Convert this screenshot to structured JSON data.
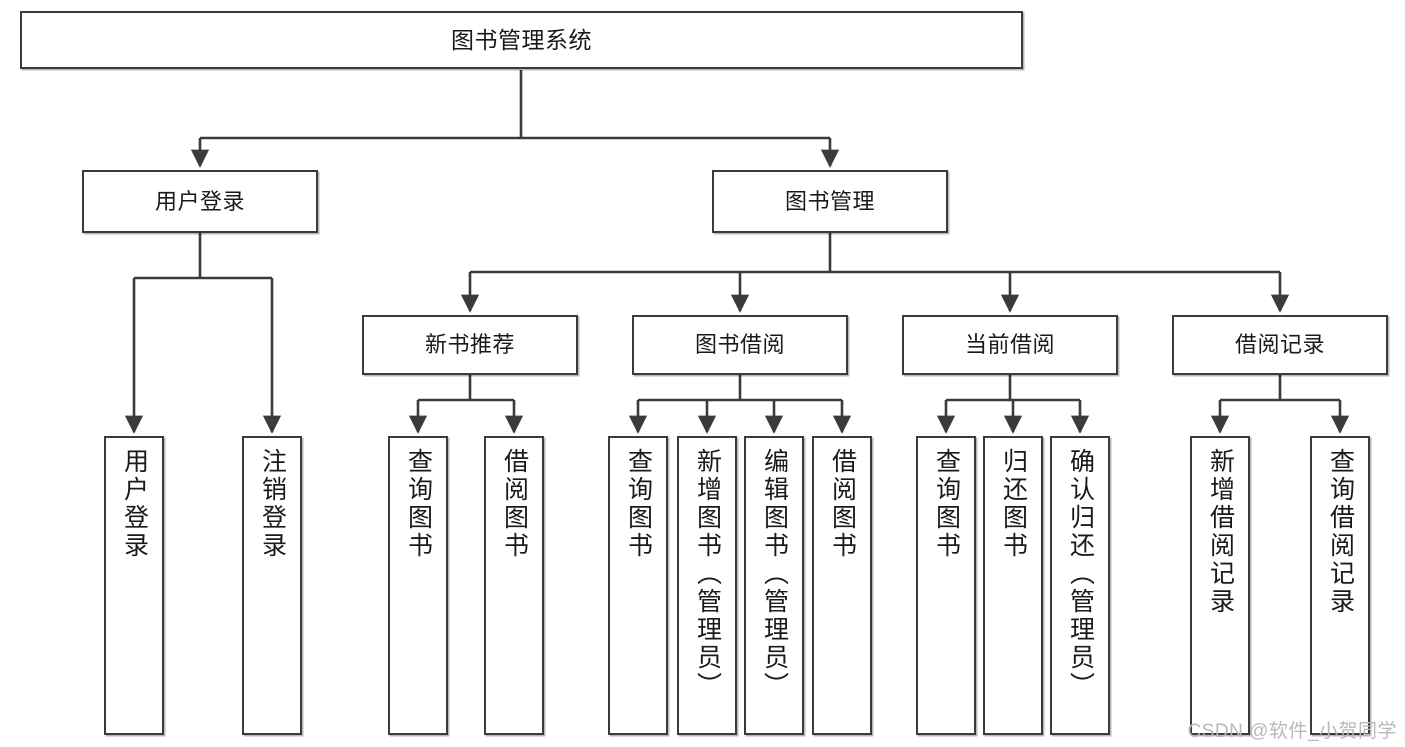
{
  "diagram": {
    "title": "图书管理系统",
    "watermark": "CSDN @软件_小贺同学",
    "stroke_color": "#3b3b3b",
    "fill_color": "#ffffff",
    "text_color": "#1a1a1a",
    "watermark_color": "#b9b9b9"
  },
  "nodes": {
    "root": {
      "label": "图书管理系统"
    },
    "level2": [
      {
        "label": "用户登录"
      },
      {
        "label": "图书管理"
      }
    ],
    "level3": [
      {
        "label": "新书推荐"
      },
      {
        "label": "图书借阅"
      },
      {
        "label": "当前借阅"
      },
      {
        "label": "借阅记录"
      }
    ],
    "leaves": {
      "user_login": [
        {
          "label": "用户登录"
        },
        {
          "label": "注销登录"
        }
      ],
      "new_book": [
        {
          "label": "查询图书"
        },
        {
          "label": "借阅图书"
        }
      ],
      "book_borrow": [
        {
          "label": "查询图书"
        },
        {
          "label": "新增图书（管理员）"
        },
        {
          "label": "编辑图书（管理员）"
        },
        {
          "label": "借阅图书"
        }
      ],
      "current_borrow": [
        {
          "label": "查询图书"
        },
        {
          "label": "归还图书"
        },
        {
          "label": "确认归还（管理员）"
        }
      ],
      "borrow_record": [
        {
          "label": "新增借阅记录"
        },
        {
          "label": "查询借阅记录"
        }
      ]
    }
  }
}
